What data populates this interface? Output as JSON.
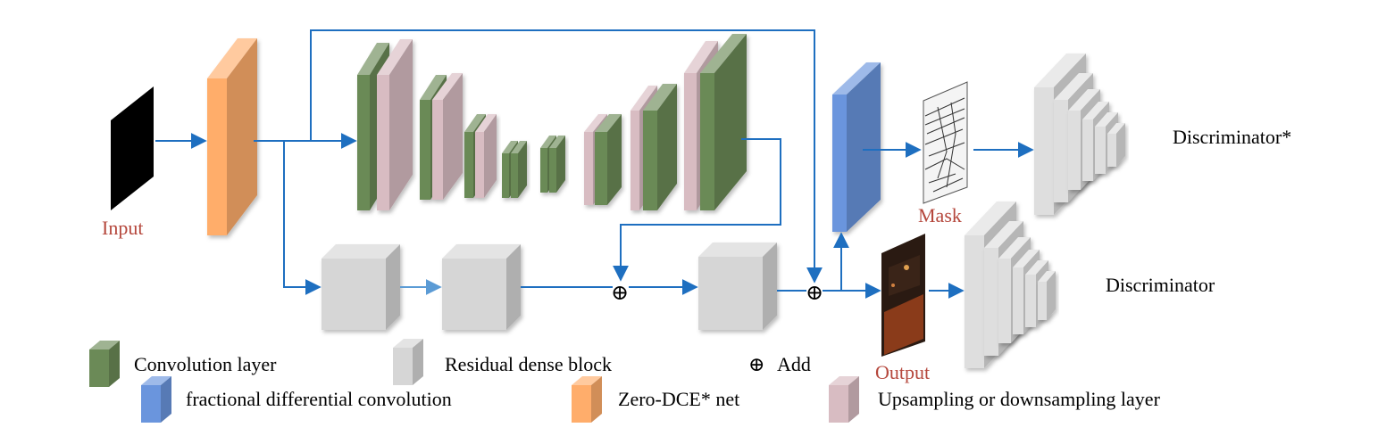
{
  "labels": {
    "input": "Input",
    "mask": "Mask",
    "output": "Output",
    "discriminator_star": "Discriminator*",
    "discriminator": "Discriminator"
  },
  "legend": {
    "conv": "Convolution layer",
    "rdb": "Residual dense block",
    "add": "Add",
    "frac": "fractional differential convolution",
    "zero_dce": "Zero-DCE* net",
    "updown": "Upsampling or downsampling layer"
  },
  "colors": {
    "arrow": "#1e6fc0",
    "conv": "#6b8a57",
    "updown": "#d8bcc2",
    "rdb": "#d6d6d6",
    "zero_dce": "#ffad6b",
    "frac": "#6a95dd",
    "label_red": "#b5473c",
    "black": "#000000"
  }
}
